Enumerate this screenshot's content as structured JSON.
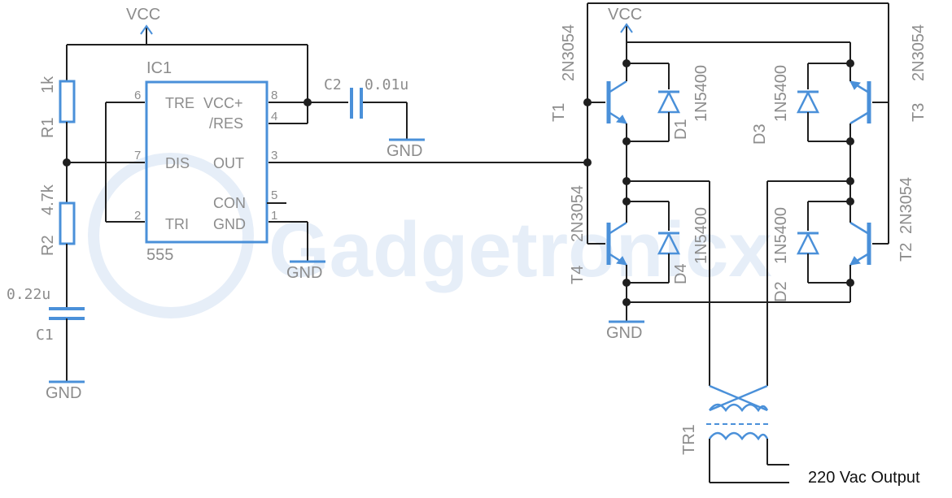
{
  "watermark": "Gadgetronicx",
  "power": {
    "vcc_left": "VCC",
    "vcc_right": "VCC"
  },
  "ground": {
    "gnd_ic": "GND",
    "gnd_c2": "GND",
    "gnd_c1": "GND",
    "gnd_bridge": "GND"
  },
  "ic": {
    "ref": "IC1",
    "part": "555",
    "pins": {
      "tre": "TRE",
      "vcc": "VCC+",
      "res": "/RES",
      "dis": "DIS",
      "out": "OUT",
      "con": "CON",
      "tri": "TRI",
      "gnd": "GND",
      "n6": "6",
      "n8": "8",
      "n4": "4",
      "n7": "7",
      "n3": "3",
      "n5": "5",
      "n2": "2",
      "n1": "1"
    }
  },
  "r1": {
    "ref": "R1",
    "value": "1k"
  },
  "r2": {
    "ref": "R2",
    "value": "4.7k"
  },
  "c1": {
    "ref": "C1",
    "value": "0.22u"
  },
  "c2": {
    "ref": "C2",
    "value": "0.01u"
  },
  "t1": {
    "ref": "T1",
    "part": "2N3054"
  },
  "t2": {
    "ref": "T2",
    "part": "2N3054"
  },
  "t3": {
    "ref": "T3",
    "part": "2N3054"
  },
  "t4": {
    "ref": "T4",
    "part": "2N3054"
  },
  "d1": {
    "ref": "D1",
    "part": "1N5400"
  },
  "d2": {
    "ref": "D2",
    "part": "1N5400"
  },
  "d3": {
    "ref": "D3",
    "part": "1N5400"
  },
  "d4": {
    "ref": "D4",
    "part": "1N5400"
  },
  "tr1": {
    "ref": "TR1"
  },
  "output_label": "220 Vac Output",
  "colors": {
    "wire": "#1f1f1f",
    "component": "#4a90d9",
    "label": "#8c8c8c",
    "watermark": "#e6eef8"
  }
}
